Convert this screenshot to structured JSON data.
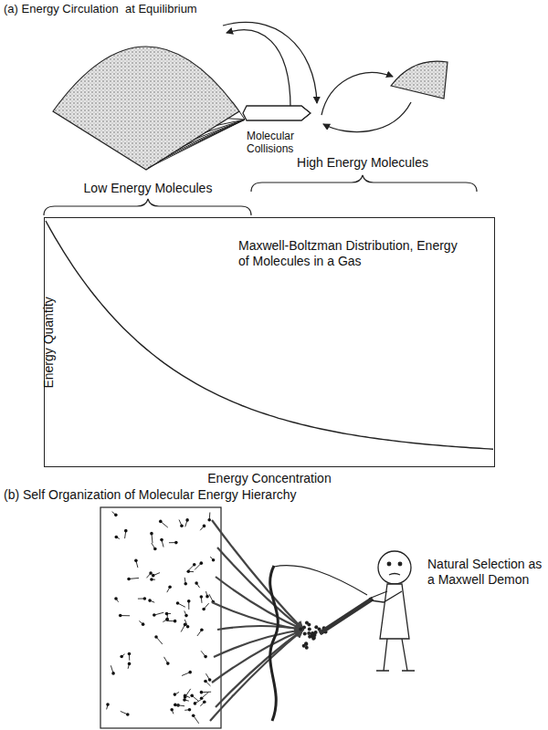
{
  "diagram": {
    "nodes": [
      {
        "text": [
          "Molecular Collisions"
        ]
      },
      {
        "text": [
          "Maxwell-Boltzman Distribution, Energy of Molecules in a Gas"
        ]
      }
    ],
    "labels": [
      "(a) Energy Circulation  at Equilibrium",
      "Low Energy Molecules",
      "High Energy Molecules",
      "Energy Quantity",
      "Energy Concentration",
      "(b) Self Organization of Molecular Energy Hierarchy",
      "Natural Selection as a Maxwell Demon"
    ]
  }
}
